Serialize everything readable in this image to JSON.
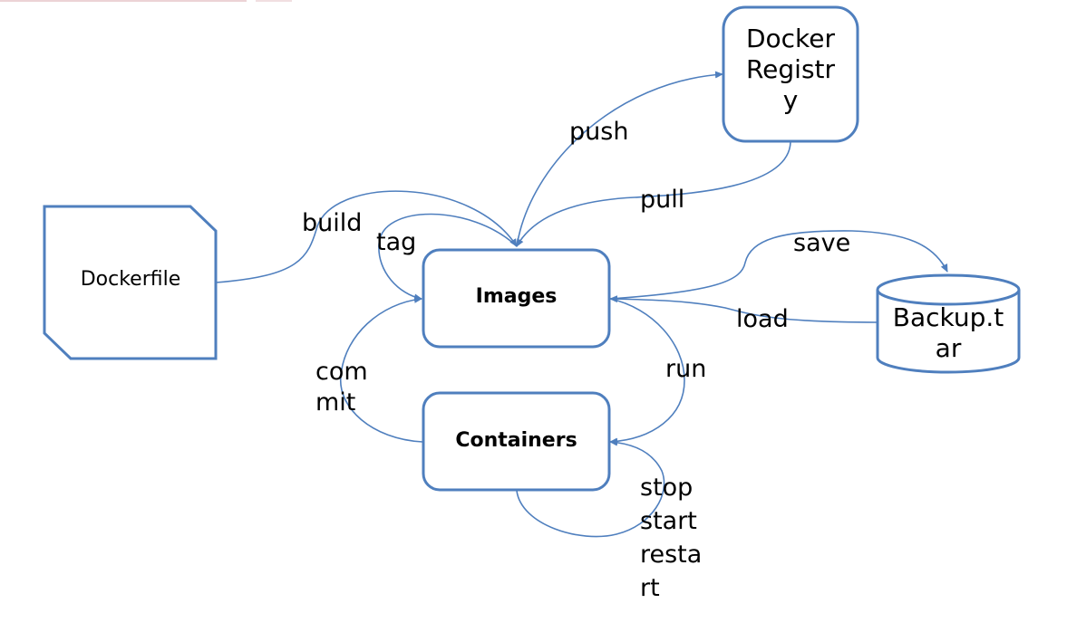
{
  "diagram": {
    "nodes": {
      "dockerfile": "Dockerfile",
      "images": "Images",
      "containers": "Containers",
      "registry": "Docker\nRegistr\ny",
      "backup": "Backup.t\nar"
    },
    "edges": {
      "build": "build",
      "tag": "tag",
      "push": "push",
      "pull": "pull",
      "save": "save",
      "load": "load",
      "commit": "com\nmit",
      "run": "run",
      "stop_start_restart": "stop\nstart\nresta\nrt"
    },
    "colors": {
      "stroke": "#4f7fbe",
      "text": "#000000"
    }
  }
}
